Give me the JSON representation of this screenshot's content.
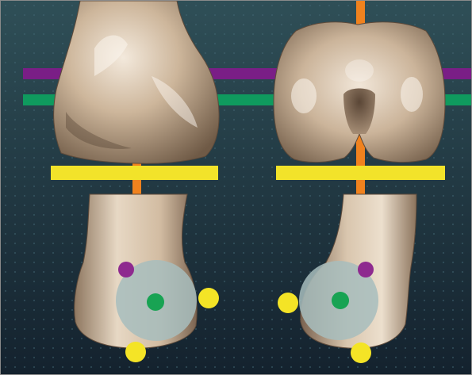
{
  "figure": {
    "panels": [
      {
        "name": "left-panel",
        "view": "lateral"
      },
      {
        "name": "right-panel",
        "view": "anterior"
      }
    ],
    "colors": {
      "background_top": "#2f4f57",
      "background_bottom": "#14222e",
      "grid_dot": "#3f6470",
      "bone": "#cdb69b",
      "bone_light": "#f1e6d8",
      "bone_shadow": "#7c6550",
      "purple_line": "#7a1e86",
      "green_line": "#0f9a5e",
      "yellow_bar": "#f2e32a",
      "orange_axis": "#f0821e",
      "disc": "#a7bdbd",
      "purple_dot": "#8e2a8f",
      "green_dot": "#18a353",
      "yellow_dot": "#f4e426"
    }
  }
}
